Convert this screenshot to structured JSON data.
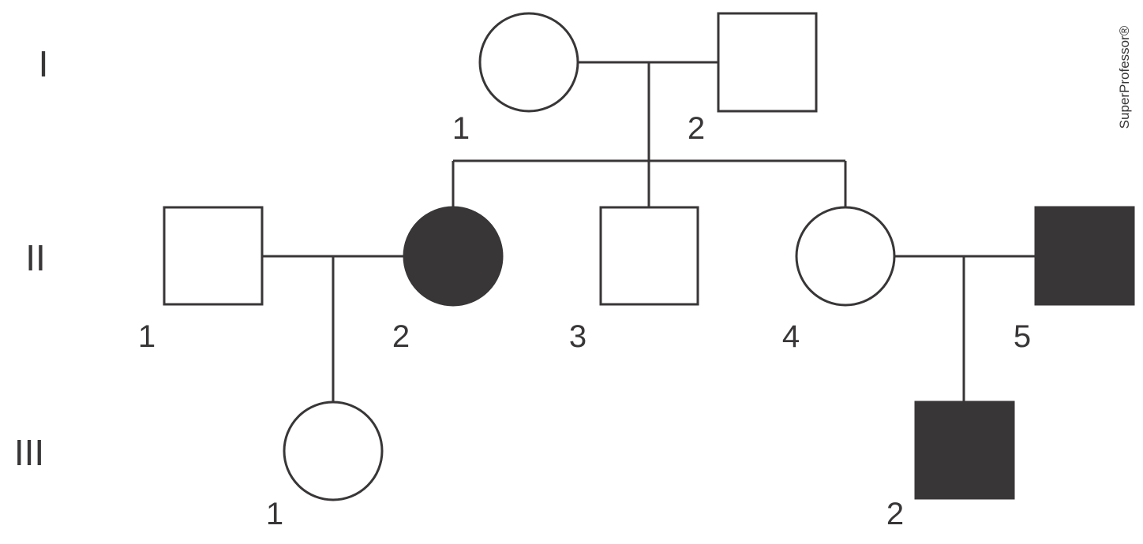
{
  "generations": {
    "g1": "I",
    "g2": "II",
    "g3": "III"
  },
  "individuals": {
    "gen1_1": {
      "label": "1",
      "sex": "female",
      "affected": false
    },
    "gen1_2": {
      "label": "2",
      "sex": "male",
      "affected": false
    },
    "gen2_1": {
      "label": "1",
      "sex": "male",
      "affected": false
    },
    "gen2_2": {
      "label": "2",
      "sex": "female",
      "affected": true
    },
    "gen2_3": {
      "label": "3",
      "sex": "male",
      "affected": false
    },
    "gen2_4": {
      "label": "4",
      "sex": "female",
      "affected": false
    },
    "gen2_5": {
      "label": "5",
      "sex": "male",
      "affected": true
    },
    "gen3_1": {
      "label": "1",
      "sex": "female",
      "affected": false
    },
    "gen3_2": {
      "label": "2",
      "sex": "male",
      "affected": true
    }
  },
  "watermark": "SuperProfessor®",
  "colors": {
    "stroke": "#383637",
    "affected_fill": "#383637",
    "unaffected_fill": "#ffffff",
    "background": "#ffffff"
  }
}
